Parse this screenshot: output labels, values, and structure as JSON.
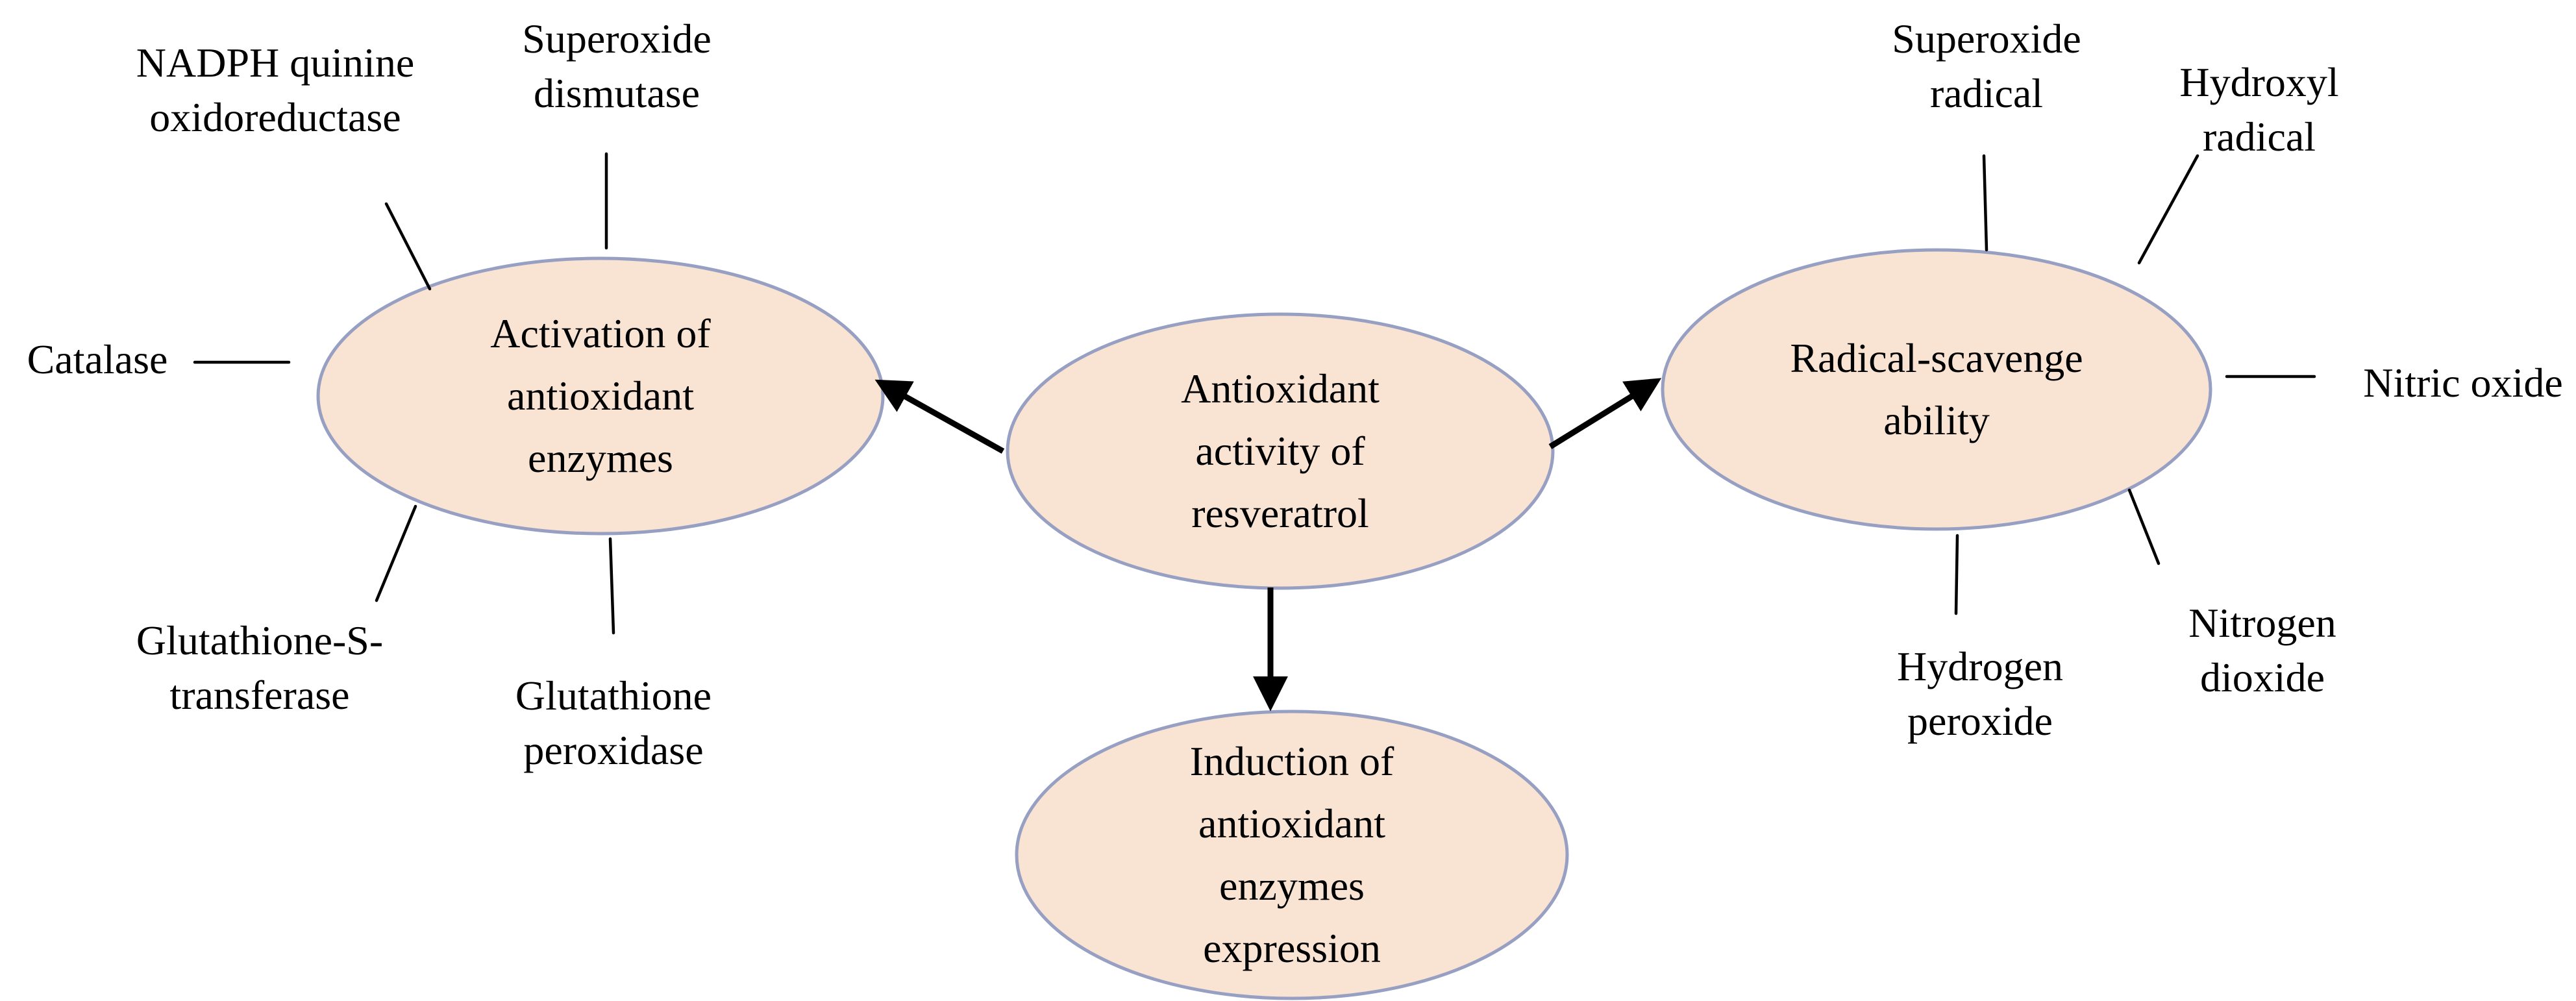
{
  "title": "Antioxidant activity of resveratrol diagram",
  "colors": {
    "background": "#ffffff",
    "ellipse_fill": "#f9e3d3",
    "ellipse_border": "#97a0c2",
    "connector": "#000000",
    "text": "#000000"
  },
  "ellipses": {
    "center": {
      "label": "Antioxidant\nactivity of\nresveratrol"
    },
    "left": {
      "label": "Activation of\nantioxidant\nenzymes"
    },
    "right": {
      "label": "Radical-scavenge\nability"
    },
    "bottom": {
      "label": "Induction of\nantioxidant\nenzymes\nexpression"
    }
  },
  "left_spokes": [
    {
      "label": "NADPH quinine\noxidoreductase"
    },
    {
      "label": "Superoxide\ndismutase"
    },
    {
      "label": "Catalase"
    },
    {
      "label": "Glutathione-S-\ntransferase"
    },
    {
      "label": "Glutathione\nperoxidase"
    }
  ],
  "right_spokes": [
    {
      "label": "Superoxide\nradical"
    },
    {
      "label": "Hydroxyl\nradical"
    },
    {
      "label": "Nitric oxide"
    },
    {
      "label": "Nitrogen\ndioxide"
    },
    {
      "label": "Hydrogen\nperoxide"
    }
  ]
}
